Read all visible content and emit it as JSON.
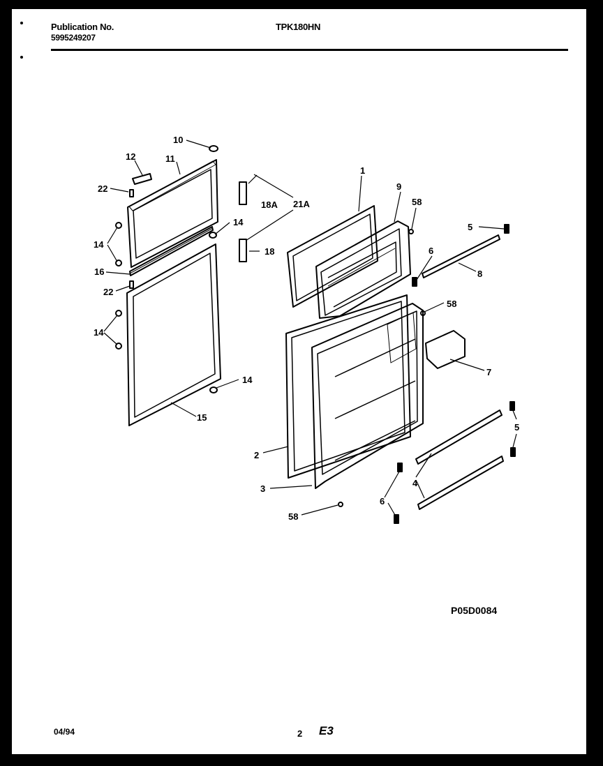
{
  "header": {
    "publication_label": "Publication No.",
    "publication_number": "5995249207",
    "model": "TPK180HN"
  },
  "diagram": {
    "drawing_code": "P05D0084",
    "callouts": [
      "10",
      "12",
      "11",
      "22",
      "18A",
      "21A",
      "14",
      "14",
      "18",
      "16",
      "22",
      "14",
      "14",
      "15",
      "1",
      "9",
      "58",
      "5",
      "6",
      "8",
      "58",
      "7",
      "2",
      "3",
      "58",
      "6",
      "4",
      "5"
    ]
  },
  "footer": {
    "date": "04/94",
    "page": "2",
    "code": "E3"
  }
}
